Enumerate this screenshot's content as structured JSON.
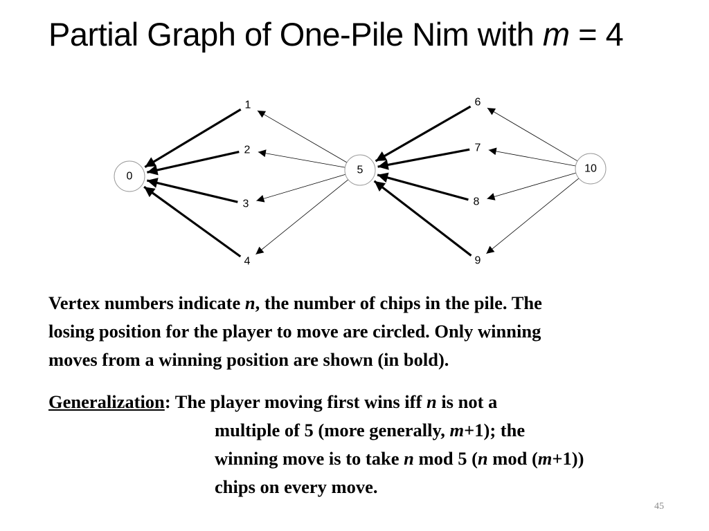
{
  "slide": {
    "title_prefix": "Partial Graph of One-Pile Nim with ",
    "title_var": "m",
    "title_suffix": " = 4",
    "page_number": "45"
  },
  "graph": {
    "losing_positions": [
      "0",
      "5",
      "10"
    ],
    "nodes": [
      {
        "label": "0",
        "circled": true
      },
      {
        "label": "1",
        "circled": false
      },
      {
        "label": "2",
        "circled": false
      },
      {
        "label": "3",
        "circled": false
      },
      {
        "label": "4",
        "circled": false
      },
      {
        "label": "5",
        "circled": true
      },
      {
        "label": "6",
        "circled": false
      },
      {
        "label": "7",
        "circled": false
      },
      {
        "label": "8",
        "circled": false
      },
      {
        "label": "9",
        "circled": false
      },
      {
        "label": "10",
        "circled": true
      }
    ],
    "edges": [
      {
        "from": "1",
        "to": "0",
        "bold": true
      },
      {
        "from": "2",
        "to": "0",
        "bold": true
      },
      {
        "from": "3",
        "to": "0",
        "bold": true
      },
      {
        "from": "4",
        "to": "0",
        "bold": true
      },
      {
        "from": "5",
        "to": "1",
        "bold": false
      },
      {
        "from": "5",
        "to": "2",
        "bold": false
      },
      {
        "from": "5",
        "to": "3",
        "bold": false
      },
      {
        "from": "5",
        "to": "4",
        "bold": false
      },
      {
        "from": "6",
        "to": "5",
        "bold": true
      },
      {
        "from": "7",
        "to": "5",
        "bold": true
      },
      {
        "from": "8",
        "to": "5",
        "bold": true
      },
      {
        "from": "9",
        "to": "5",
        "bold": true
      },
      {
        "from": "10",
        "to": "6",
        "bold": false
      },
      {
        "from": "10",
        "to": "7",
        "bold": false
      },
      {
        "from": "10",
        "to": "8",
        "bold": false
      },
      {
        "from": "10",
        "to": "9",
        "bold": false
      }
    ]
  },
  "paragraph1": {
    "s1": "Vertex numbers indicate ",
    "s2": "n",
    "s3": ", the number of chips in the pile.  The",
    "s4": "losing position for the player to move are circled.  Only winning",
    "s5": "moves from a winning position are shown (in bold)."
  },
  "paragraph2": {
    "term": "Generalization",
    "colon": ":",
    "l1a": " The player moving first wins iff ",
    "l1b": "n",
    "l1c": " is not a",
    "l2a": "multiple of 5 (more generally, ",
    "l2b": "m",
    "l2c": "+1); the",
    "l3a": "winning move is to take  ",
    "l3b": "n",
    "l3c": " mod 5 (",
    "l3d": "n",
    "l3e": " mod (",
    "l3f": "m",
    "l3g": "+1))",
    "l4": "chips on every move."
  }
}
